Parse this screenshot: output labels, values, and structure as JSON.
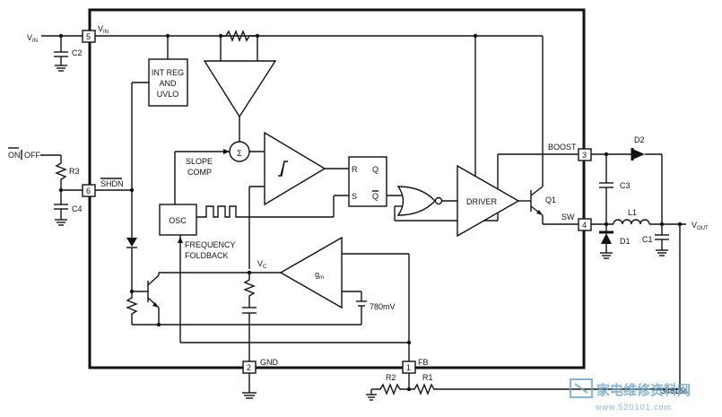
{
  "labels": {
    "vin_ext": "V",
    "vin_ext_sub": "IN",
    "vin_int": "V",
    "vin_int_sub": "IN",
    "c2": "C2",
    "on": "ON",
    "off": "OFF",
    "r3": "R3",
    "c4": "C4",
    "shdn": "SHDN",
    "int_reg_1": "INT REG",
    "int_reg_2": "AND",
    "int_reg_3": "UVLO",
    "sum": "Σ",
    "slope_1": "SLOPE",
    "slope_2": "COMP",
    "osc": "OSC",
    "freq_1": "FREQUENCY",
    "freq_2": "FOLDBACK",
    "vc": "V",
    "vc_sub": "C",
    "gm": "g",
    "gm_sub": "m",
    "ref": "780mV",
    "ff_r": "R",
    "ff_q": "Q",
    "ff_s": "S",
    "ff_qbar": "Q",
    "driver": "DRIVER",
    "q1": "Q1",
    "boost": "BOOST",
    "sw": "SW",
    "c3": "C3",
    "d2": "D2",
    "l1": "L1",
    "d1": "D1",
    "c1": "C1",
    "vout": "V",
    "vout_sub": "OUT",
    "gnd": "GND",
    "fb": "FB",
    "r2": "R2",
    "r1": "R1",
    "part_code": "34818c"
  },
  "pins": {
    "p5": "5",
    "p6": "6",
    "p3": "3",
    "p4": "4",
    "p2": "2",
    "p1": "1"
  },
  "watermark": {
    "brand": "家电维修资料网",
    "url": "www.520101.com"
  }
}
